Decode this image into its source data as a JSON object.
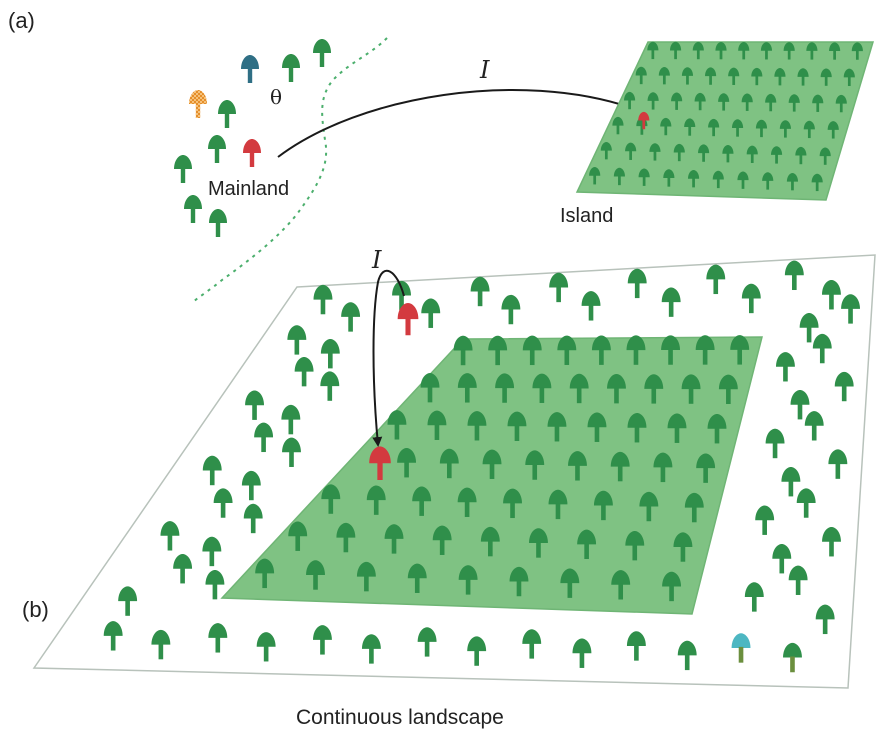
{
  "labels": {
    "panel_a": "(a)",
    "panel_b": "(b)",
    "mainland": "Mainland",
    "island": "Island",
    "theta": "θ",
    "immigration_a": "I",
    "immigration_b": "I",
    "caption": "Continuous landscape"
  },
  "colors": {
    "tree_green": "#2f8f4a",
    "habitat_green": "#7fc283",
    "habitat_green_dark": "#6fb575",
    "focal_red": "#d33a3f",
    "new_species_blue": "#2f6f85",
    "variant_orange": "#e58e2a",
    "variant_cyan": "#4db7c2",
    "variant_olive": "#6b8f3e",
    "border_grey": "#b8c2bb",
    "dotted_boundary": "#4caf6d"
  },
  "icons": {
    "tree": "mushroom-shaped-tree-icon"
  }
}
